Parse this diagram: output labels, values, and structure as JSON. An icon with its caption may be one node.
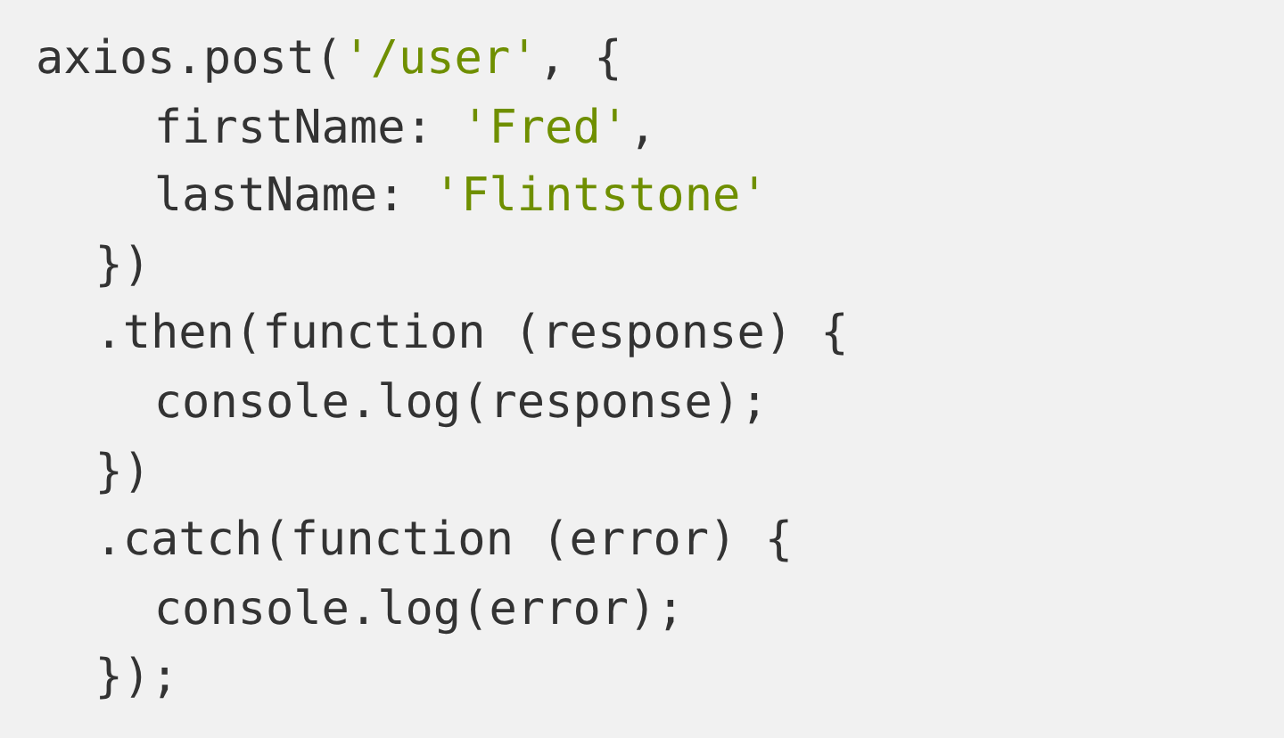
{
  "diagram": {
    "labels": [
      "axios.post('/user', {",
      "firstName: 'Fred',",
      "lastName: 'Flintstone'",
      "})",
      ".then(function (response) {",
      "console.log(response);",
      "})",
      ".catch(function (error) {",
      "console.log(error);",
      "});"
    ]
  }
}
